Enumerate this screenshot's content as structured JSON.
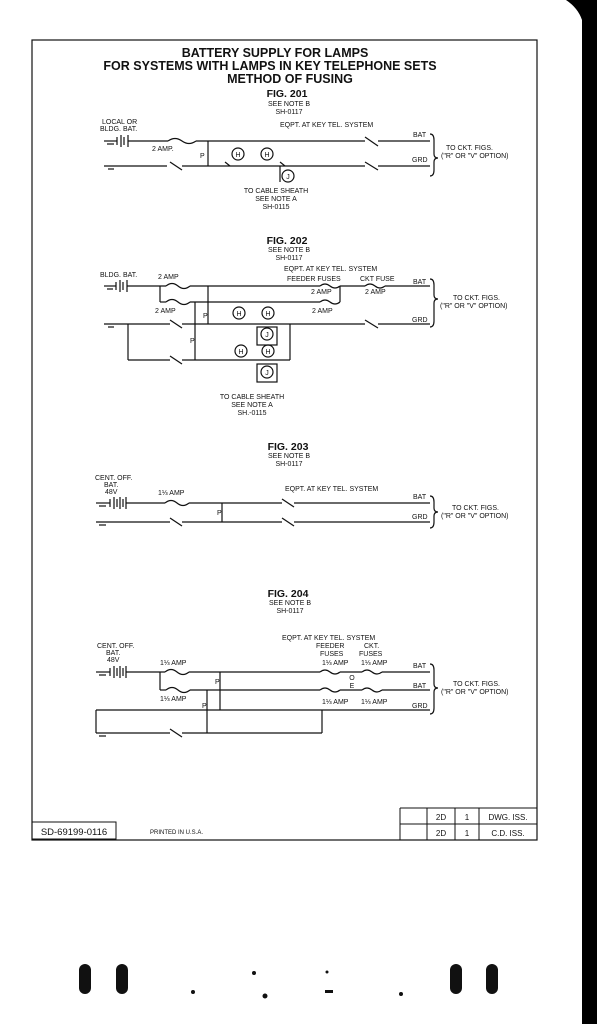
{
  "title": {
    "line1": "BATTERY SUPPLY FOR LAMPS",
    "line2": "FOR SYSTEMS WITH LAMPS IN KEY TELEPHONE SETS",
    "line3": "METHOD OF FUSING"
  },
  "fig201": {
    "title": "FIG. 201",
    "note": "SEE NOTE B",
    "sheet": "SH-0117",
    "battery": "LOCAL OR",
    "battery2": "BLDG. BAT.",
    "fuse": "2 AMP.",
    "p": "P",
    "eqpt": "EQPT. AT KEY TEL. SYSTEM",
    "bat": "BAT",
    "grd": "GRD",
    "h": "H",
    "j": "J",
    "ckt1": "TO CKT. FIGS.",
    "ckt2": "(\"R\" OR \"V\" OPTION)",
    "sheath1": "TO CABLE SHEATH",
    "sheath2": "SEE NOTE A",
    "sheath3": "SH-0115"
  },
  "fig202": {
    "title": "FIG. 202",
    "note": "SEE NOTE B",
    "sheet": "SH-0117",
    "battery": "BLDG. BAT.",
    "fuse_a": "2 AMP",
    "fuse_b": "2 AMP",
    "eqpt": "EQPT. AT KEY TEL. SYSTEM",
    "feeder": "FEEDER FUSES",
    "cktfuse": "CKT FUSE",
    "fuse_c": "2 AMP",
    "fuse_d": "2 AMP",
    "fuse_e": "2 AMP",
    "p1": "P",
    "p2": "P",
    "bat": "BAT",
    "grd": "GRD",
    "h": "H",
    "j": "J",
    "ckt1": "TO CKT. FIGS.",
    "ckt2": "(\"R\" OR \"V\" OPTION)",
    "sheath1": "TO CABLE SHEATH",
    "sheath2": "SEE NOTE A",
    "sheath3": "SH.-0115"
  },
  "fig203": {
    "title": "FIG. 203",
    "note": "SEE NOTE B",
    "sheet": "SH-0117",
    "battery1": "CENT. OFF.",
    "battery2": "BAT.",
    "battery3": "48V",
    "fuse": "1⅓ AMP",
    "p": "P",
    "eqpt": "EQPT. AT KEY TEL. SYSTEM",
    "bat": "BAT",
    "grd": "GRD",
    "ckt1": "TO CKT. FIGS.",
    "ckt2": "(\"R\" OR \"V\" OPTION)"
  },
  "fig204": {
    "title": "FIG. 204",
    "note": "SEE NOTE B",
    "sheet": "SH-0117",
    "battery1": "CENT. OFF.",
    "battery2": "BAT.",
    "battery3": "48V",
    "eqpt": "EQPT. AT KEY TEL. SYSTEM",
    "feeder1": "FEEDER",
    "feeder2": "FUSES",
    "cktf1": "CKT.",
    "cktf2": "FUSES",
    "fuse_a": "1⅓ AMP",
    "fuse_b": "1⅓ AMP",
    "fuse_c": "1⅓ AMP",
    "fuse_d": "1⅓ AMP",
    "fuse_e": "1⅓ AMP",
    "fuse_f": "1⅓ AMP",
    "p1": "P",
    "p2": "P",
    "o": "O",
    "e": "E",
    "bat1": "BAT",
    "bat2": "BAT",
    "grd": "GRD",
    "ckt1": "TO CKT. FIGS.",
    "ckt2": "(\"R\" OR \"V\" OPTION)"
  },
  "footer": {
    "drawing_number": "SD-69199-0116",
    "printed": "PRINTED IN U.S.A.",
    "row1": {
      "issue": "2D",
      "num": "1",
      "label": "DWG. ISS."
    },
    "row2": {
      "issue": "2D",
      "num": "1",
      "label": "C.D. ISS."
    }
  },
  "colors": {
    "page": "#ffffff",
    "ink": "#111111",
    "background": "#000000"
  }
}
